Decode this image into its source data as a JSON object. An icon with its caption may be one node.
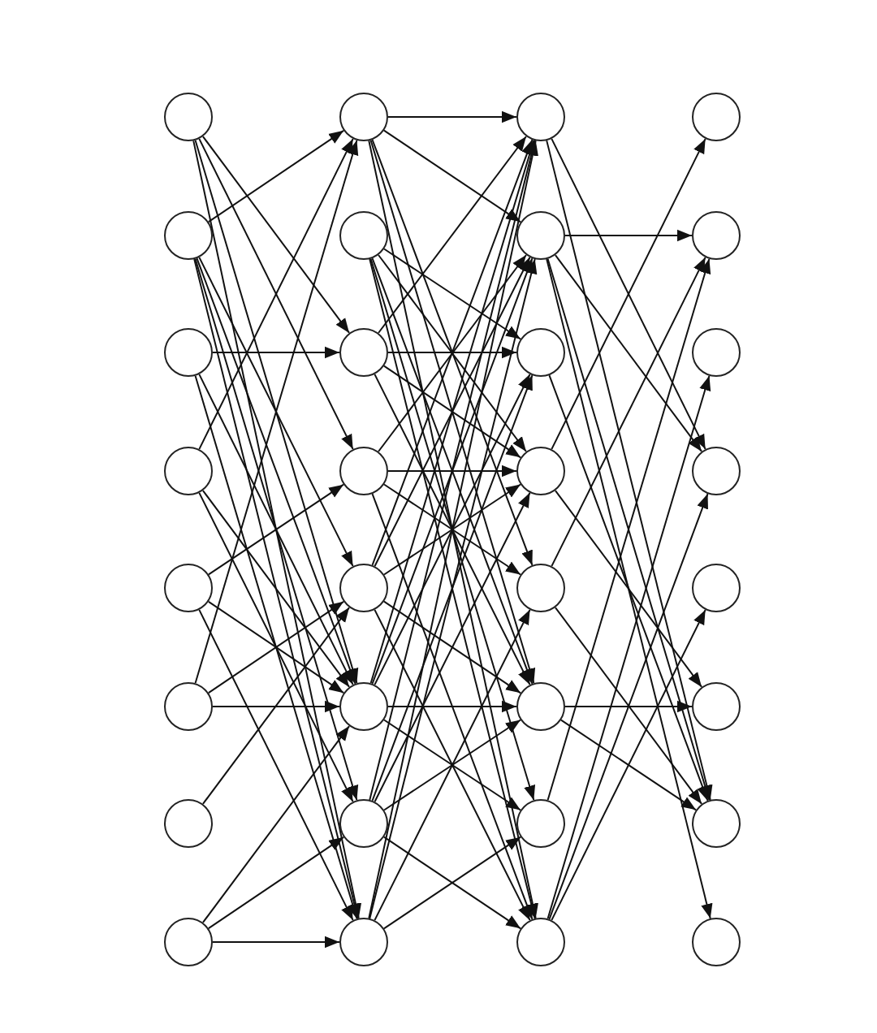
{
  "diagram": {
    "nodes": [
      {
        "text": [],
        "shape": "circle"
      },
      {
        "text": [],
        "shape": "circle"
      },
      {
        "text": [],
        "shape": "circle"
      },
      {
        "text": [],
        "shape": "circle"
      },
      {
        "text": [],
        "shape": "circle"
      },
      {
        "text": [],
        "shape": "circle"
      },
      {
        "text": [],
        "shape": "circle"
      },
      {
        "text": [],
        "shape": "circle"
      },
      {
        "text": [],
        "shape": "circle"
      },
      {
        "text": [],
        "shape": "circle"
      },
      {
        "text": [],
        "shape": "circle"
      },
      {
        "text": [],
        "shape": "circle"
      },
      {
        "text": [],
        "shape": "circle"
      },
      {
        "text": [],
        "shape": "circle"
      },
      {
        "text": [],
        "shape": "circle"
      },
      {
        "text": [],
        "shape": "circle"
      },
      {
        "text": [],
        "shape": "circle"
      },
      {
        "text": [],
        "shape": "circle"
      },
      {
        "text": [],
        "shape": "circle"
      },
      {
        "text": [],
        "shape": "circle"
      },
      {
        "text": [],
        "shape": "circle"
      },
      {
        "text": [],
        "shape": "circle"
      },
      {
        "text": [],
        "shape": "circle"
      },
      {
        "text": [],
        "shape": "circle"
      },
      {
        "text": [],
        "shape": "circle"
      },
      {
        "text": [],
        "shape": "circle"
      },
      {
        "text": [],
        "shape": "circle"
      },
      {
        "text": [],
        "shape": "circle"
      },
      {
        "text": [],
        "shape": "circle"
      },
      {
        "text": [],
        "shape": "circle"
      },
      {
        "text": [],
        "shape": "circle"
      },
      {
        "text": [],
        "shape": "circle"
      }
    ],
    "edges": [
      {
        "from": 0,
        "to": 10,
        "arrow": "to"
      },
      {
        "from": 0,
        "to": 11,
        "arrow": "to"
      },
      {
        "from": 0,
        "to": 13,
        "arrow": "to"
      },
      {
        "from": 0,
        "to": 15,
        "arrow": "to"
      },
      {
        "from": 1,
        "to": 8,
        "arrow": "to"
      },
      {
        "from": 1,
        "to": 12,
        "arrow": "to"
      },
      {
        "from": 1,
        "to": 13,
        "arrow": "to"
      },
      {
        "from": 1,
        "to": 14,
        "arrow": "to"
      },
      {
        "from": 1,
        "to": 15,
        "arrow": "to"
      },
      {
        "from": 2,
        "to": 10,
        "arrow": "to"
      },
      {
        "from": 2,
        "to": 13,
        "arrow": "to"
      },
      {
        "from": 2,
        "to": 15,
        "arrow": "to"
      },
      {
        "from": 3,
        "to": 8,
        "arrow": "to"
      },
      {
        "from": 3,
        "to": 13,
        "arrow": "to"
      },
      {
        "from": 3,
        "to": 14,
        "arrow": "to"
      },
      {
        "from": 4,
        "to": 11,
        "arrow": "to"
      },
      {
        "from": 4,
        "to": 13,
        "arrow": "to"
      },
      {
        "from": 4,
        "to": 15,
        "arrow": "to"
      },
      {
        "from": 5,
        "to": 8,
        "arrow": "to"
      },
      {
        "from": 5,
        "to": 12,
        "arrow": "to"
      },
      {
        "from": 5,
        "to": 13,
        "arrow": "to"
      },
      {
        "from": 6,
        "to": 12,
        "arrow": "to"
      },
      {
        "from": 7,
        "to": 13,
        "arrow": "to"
      },
      {
        "from": 7,
        "to": 14,
        "arrow": "to"
      },
      {
        "from": 7,
        "to": 15,
        "arrow": "to"
      },
      {
        "from": 8,
        "to": 16,
        "arrow": "to"
      },
      {
        "from": 8,
        "to": 17,
        "arrow": "to"
      },
      {
        "from": 8,
        "to": 20,
        "arrow": "to"
      },
      {
        "from": 8,
        "to": 21,
        "arrow": "to"
      },
      {
        "from": 8,
        "to": 23,
        "arrow": "to"
      },
      {
        "from": 9,
        "to": 18,
        "arrow": "to"
      },
      {
        "from": 9,
        "to": 19,
        "arrow": "to"
      },
      {
        "from": 9,
        "to": 21,
        "arrow": "to"
      },
      {
        "from": 9,
        "to": 22,
        "arrow": "to"
      },
      {
        "from": 9,
        "to": 23,
        "arrow": "to"
      },
      {
        "from": 10,
        "to": 16,
        "arrow": "to"
      },
      {
        "from": 10,
        "to": 18,
        "arrow": "to"
      },
      {
        "from": 10,
        "to": 19,
        "arrow": "to"
      },
      {
        "from": 10,
        "to": 21,
        "arrow": "to"
      },
      {
        "from": 11,
        "to": 17,
        "arrow": "to"
      },
      {
        "from": 11,
        "to": 19,
        "arrow": "to"
      },
      {
        "from": 11,
        "to": 20,
        "arrow": "to"
      },
      {
        "from": 11,
        "to": 23,
        "arrow": "to"
      },
      {
        "from": 12,
        "to": 16,
        "arrow": "to"
      },
      {
        "from": 12,
        "to": 17,
        "arrow": "to"
      },
      {
        "from": 12,
        "to": 19,
        "arrow": "to"
      },
      {
        "from": 12,
        "to": 21,
        "arrow": "to"
      },
      {
        "from": 12,
        "to": 23,
        "arrow": "to"
      },
      {
        "from": 13,
        "to": 16,
        "arrow": "to"
      },
      {
        "from": 13,
        "to": 17,
        "arrow": "to"
      },
      {
        "from": 13,
        "to": 18,
        "arrow": "to"
      },
      {
        "from": 13,
        "to": 21,
        "arrow": "to"
      },
      {
        "from": 13,
        "to": 22,
        "arrow": "to"
      },
      {
        "from": 14,
        "to": 16,
        "arrow": "to"
      },
      {
        "from": 14,
        "to": 18,
        "arrow": "to"
      },
      {
        "from": 14,
        "to": 19,
        "arrow": "to"
      },
      {
        "from": 14,
        "to": 21,
        "arrow": "to"
      },
      {
        "from": 14,
        "to": 23,
        "arrow": "to"
      },
      {
        "from": 15,
        "to": 16,
        "arrow": "to"
      },
      {
        "from": 15,
        "to": 17,
        "arrow": "to"
      },
      {
        "from": 15,
        "to": 20,
        "arrow": "to"
      },
      {
        "from": 15,
        "to": 22,
        "arrow": "to"
      },
      {
        "from": 16,
        "to": 27,
        "arrow": "to"
      },
      {
        "from": 16,
        "to": 30,
        "arrow": "to"
      },
      {
        "from": 17,
        "to": 25,
        "arrow": "to"
      },
      {
        "from": 17,
        "to": 27,
        "arrow": "to"
      },
      {
        "from": 17,
        "to": 30,
        "arrow": "to"
      },
      {
        "from": 17,
        "to": 31,
        "arrow": "to"
      },
      {
        "from": 18,
        "to": 30,
        "arrow": "to"
      },
      {
        "from": 19,
        "to": 24,
        "arrow": "to"
      },
      {
        "from": 19,
        "to": 29,
        "arrow": "to"
      },
      {
        "from": 20,
        "to": 25,
        "arrow": "to"
      },
      {
        "from": 20,
        "to": 30,
        "arrow": "to"
      },
      {
        "from": 21,
        "to": 29,
        "arrow": "to"
      },
      {
        "from": 21,
        "to": 30,
        "arrow": "to"
      },
      {
        "from": 22,
        "to": 25,
        "arrow": "to"
      },
      {
        "from": 23,
        "to": 26,
        "arrow": "to"
      },
      {
        "from": 23,
        "to": 27,
        "arrow": "to"
      },
      {
        "from": 23,
        "to": 28,
        "arrow": "to"
      }
    ]
  }
}
